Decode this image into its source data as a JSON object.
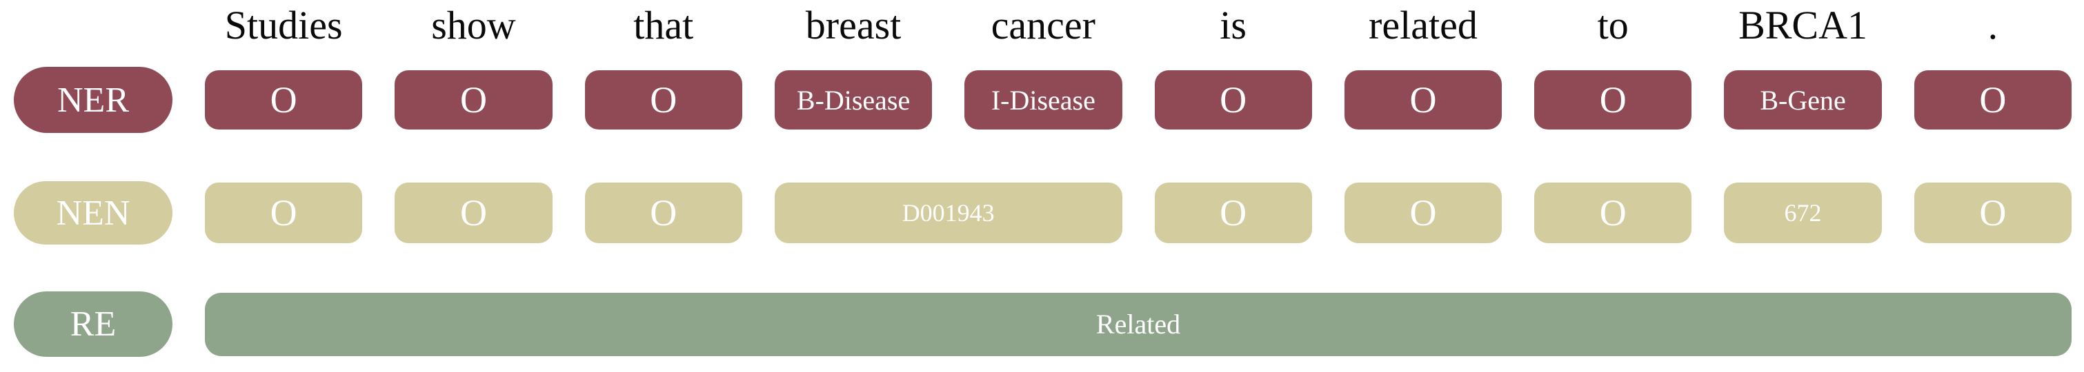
{
  "tokens": [
    "Studies",
    "show",
    "that",
    "breast",
    "cancer",
    "is",
    "related",
    "to",
    "BRCA1",
    "."
  ],
  "ner": {
    "label": "NER",
    "tags": [
      "O",
      "O",
      "O",
      "B-Disease",
      "I-Disease",
      "O",
      "O",
      "O",
      "B-Gene",
      "O"
    ]
  },
  "nen": {
    "label": "NEN",
    "values": [
      "O",
      "O",
      "O",
      "D001943",
      "O",
      "O",
      "O",
      "672",
      "O"
    ],
    "merged_tokens": "breast cancer",
    "merged_value": "D001943"
  },
  "re": {
    "label": "RE",
    "relation": "Related"
  },
  "colors": {
    "ner": "#8f4a55",
    "nen": "#d2cc9e",
    "re": "#8ea58c"
  }
}
